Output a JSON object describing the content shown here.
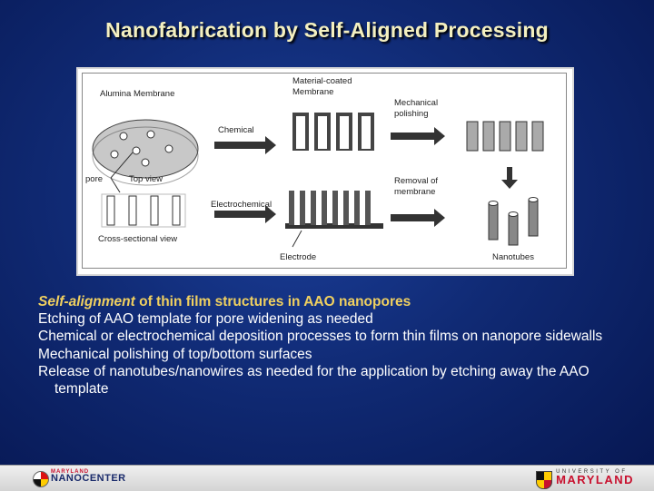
{
  "title": "Nanofabrication by Self-Aligned Processing",
  "figure": {
    "labels": {
      "alumina_membrane": "Alumina Membrane",
      "material_coated_1": "Material-coated",
      "material_coated_2": "Membrane",
      "mechanical_polishing_1": "Mechanical",
      "mechanical_polishing_2": "polishing",
      "chemical": "Chemical",
      "pore": "pore",
      "top_view": "Top view",
      "electrochemical": "Electrochemical",
      "removal_1": "Removal of",
      "removal_2": "membrane",
      "cross_sectional": "Cross-sectional view",
      "electrode": "Electrode",
      "nanotubes": "Nanotubes"
    }
  },
  "bullets": {
    "b1_highlight": "Self-alignment",
    "b1_rest": " of thin film structures in AAO nanopores",
    "b2": "Etching of AAO template for pore widening as needed",
    "b3": "Chemical or electrochemical deposition processes to form thin films on nanopore sidewalls",
    "b4": "Mechanical polishing of top/bottom surfaces",
    "b5": "Release of nanotubes/nanowires as needed for the application by etching away the AAO template"
  },
  "footer": {
    "left_small": "MARYLAND",
    "left_big": "NANOCENTER",
    "right_small": "UNIVERSITY OF",
    "right_big": "MARYLAND"
  },
  "colors": {
    "title": "#f4f0c0",
    "highlight": "#f0d060",
    "background": "#102a74"
  }
}
